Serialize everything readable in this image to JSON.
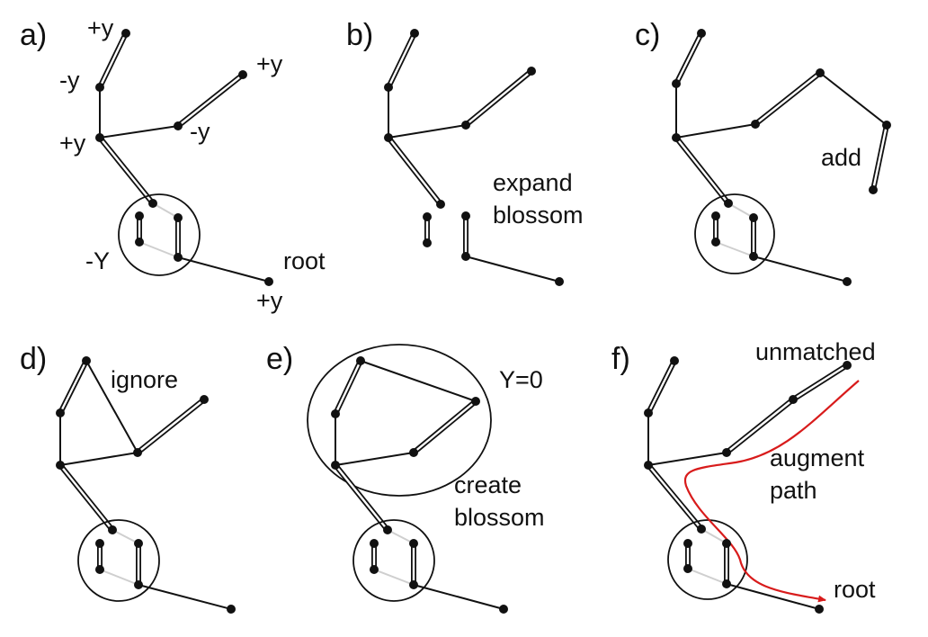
{
  "panels": {
    "a": {
      "letter": "a)",
      "labels": [
        "+y",
        "-y",
        "+y",
        "-y",
        "+y",
        "-Y",
        "root",
        "+y"
      ]
    },
    "b": {
      "letter": "b)",
      "labels": [
        "expand",
        "blossom"
      ]
    },
    "c": {
      "letter": "c)",
      "labels": [
        "add"
      ]
    },
    "d": {
      "letter": "d)",
      "labels": [
        "ignore"
      ]
    },
    "e": {
      "letter": "e)",
      "labels": [
        "Y=0",
        "create",
        "blossom"
      ]
    },
    "f": {
      "letter": "f)",
      "labels": [
        "unmatched",
        "augment",
        "path",
        "root"
      ]
    }
  },
  "colors": {
    "ink": "#111111",
    "augment_path": "#d81b1b",
    "blossom_internal_edge": "#cfcfcf"
  }
}
